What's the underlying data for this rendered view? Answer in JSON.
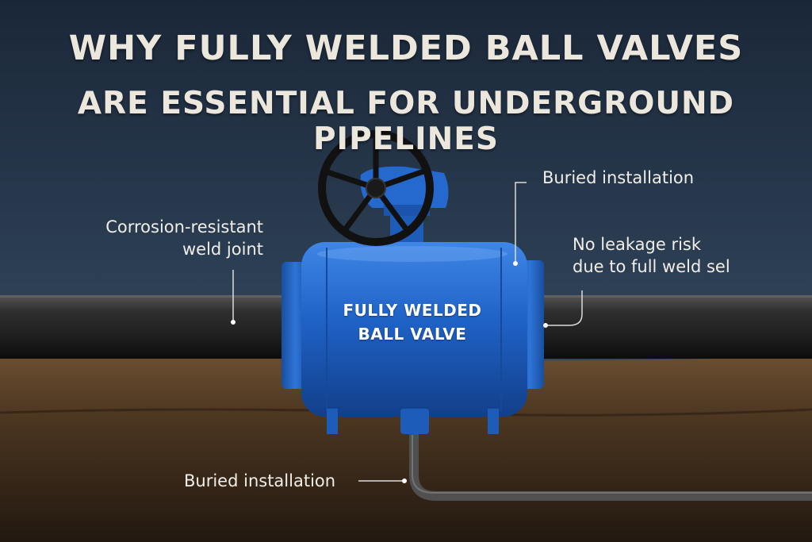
{
  "title": {
    "line1": "WHY FULLY WELDED BALL VALVES",
    "line2": "ARE ESSENTIAL FOR UNDERGROUND PIPELINES"
  },
  "valve_label": {
    "line1": "FULLY WELDED",
    "line2": "BALL VALVE"
  },
  "callouts": {
    "weld_joint": {
      "line1": "Corrosion-resistant",
      "line2": "weld joint"
    },
    "buried_top": "Buried installation",
    "no_leakage": {
      "line1": "No leakage risk",
      "line2": "due to full weld sel"
    },
    "buried_bottom": "Buried installation"
  },
  "colors": {
    "background": "#1b2a3c",
    "valve_blue": "#1f62c6",
    "pipe": "#2a2a2a",
    "soil": "#5a4128",
    "handwheel": "#111111"
  },
  "icons": {
    "handwheel": "handwheel-icon",
    "gearbox": "gearbox-icon"
  }
}
